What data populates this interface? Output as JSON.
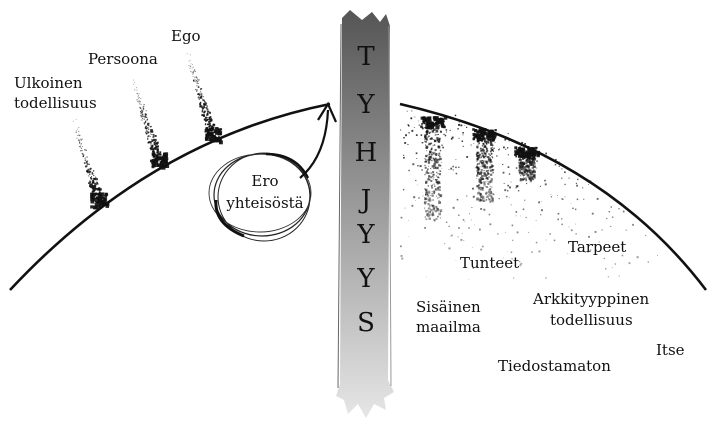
{
  "outer_labels": {
    "ulkoinen_line1": "Ulkoinen",
    "ulkoinen_line2": "todellisuus",
    "persoona": "Persoona",
    "ego": "Ego"
  },
  "bubble": {
    "line1": "Ero",
    "line2": "yhteisöstä"
  },
  "void": {
    "letters": [
      "T",
      "Y",
      "H",
      "J",
      "Y",
      "Y",
      "S"
    ]
  },
  "inner_labels": {
    "tunteet": "Tunteet",
    "tarpeet": "Tarpeet",
    "sisainen_line1": "Sisäinen",
    "sisainen_line2": "maailma",
    "arkkityyppinen_line1": "Arkkityyppinen",
    "arkkityyppinen_line2": "todellisuus",
    "itse": "Itse",
    "tiedostamaton": "Tiedostamaton"
  },
  "colors": {
    "ink": "#111111",
    "void_top": "#555555",
    "void_bottom": "#e6e6e6"
  }
}
